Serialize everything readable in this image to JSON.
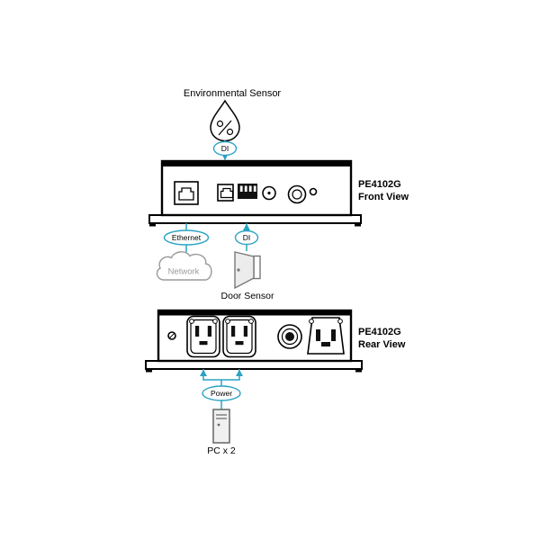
{
  "colors": {
    "accent_teal": "#2BA3C4",
    "cloud_gray": "#9a9a9a",
    "device_black": "#000000"
  },
  "front_section": {
    "sensor_label": "Environmental Sensor",
    "sensor_di_badge": "DI",
    "device_name": "PE4102G",
    "view_label": "Front View",
    "ethernet_badge": "Ethernet",
    "network_label": "Network",
    "door_di_badge": "DI",
    "door_label": "Door Sensor"
  },
  "rear_section": {
    "device_name": "PE4102G",
    "view_label": "Rear View",
    "power_badge": "Power",
    "pc_label": "PC x 2"
  }
}
